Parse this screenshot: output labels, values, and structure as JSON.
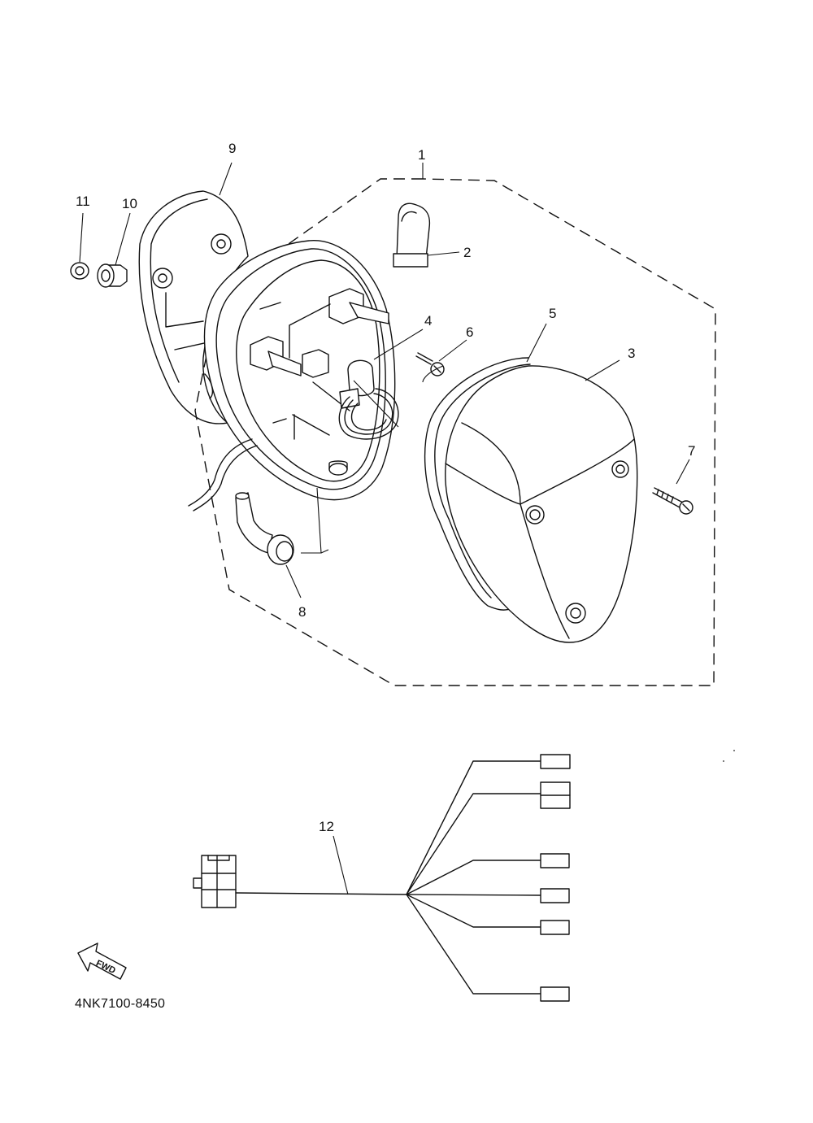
{
  "callouts": {
    "c1": "1",
    "c2": "2",
    "c3": "3",
    "c4": "4",
    "c5": "5",
    "c6": "6",
    "c7": "7",
    "c8": "8",
    "c9": "9",
    "c10": "10",
    "c11": "11",
    "c12": "12"
  },
  "fwd_label": "FWD",
  "part_number": "4NK7100-8450"
}
